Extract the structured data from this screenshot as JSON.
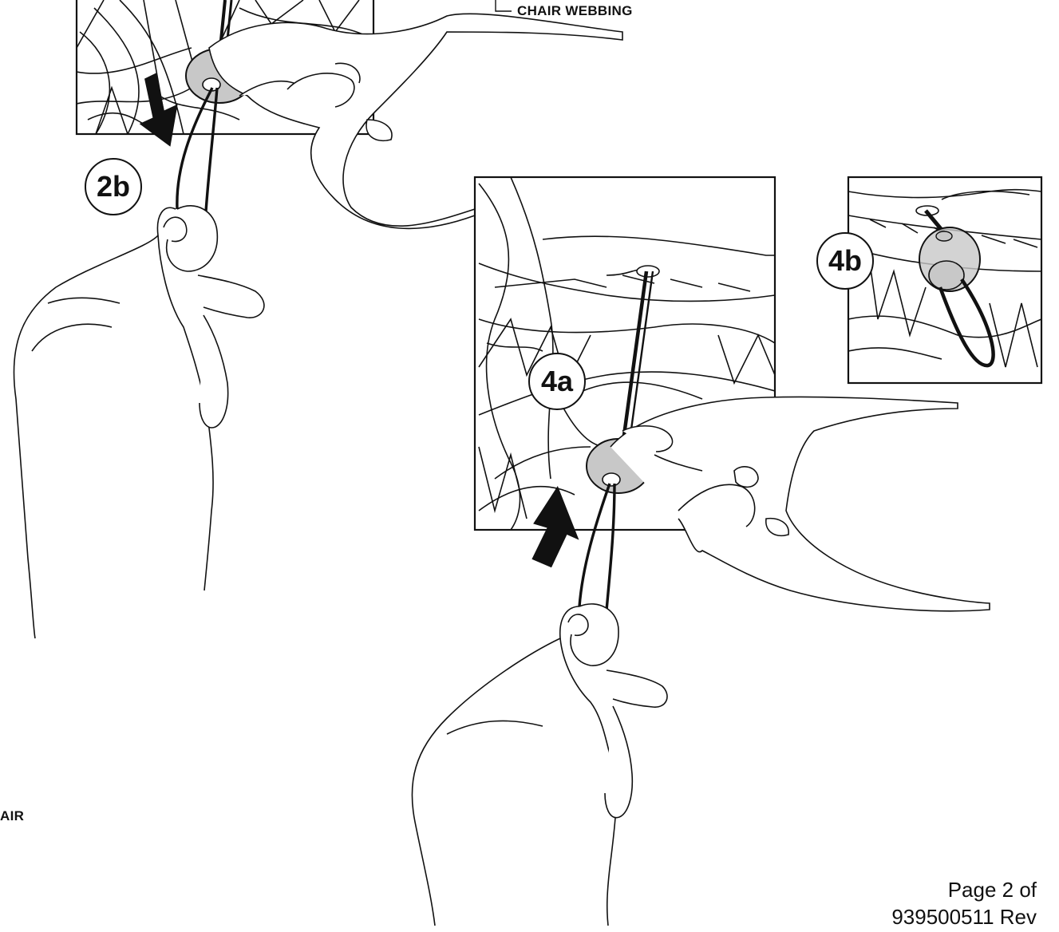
{
  "callouts": {
    "step_2b": "2b",
    "step_4a": "4a",
    "step_4b": "4b"
  },
  "labels": {
    "chair_webbing": "CHAIR WEBBING",
    "chair_fragment": "AIR"
  },
  "footer": {
    "page": "Page 2 of",
    "doc_number": "939500511 Rev"
  },
  "colors": {
    "line": "#111111",
    "bead": "#c8c8c8",
    "paper": "#ffffff"
  }
}
